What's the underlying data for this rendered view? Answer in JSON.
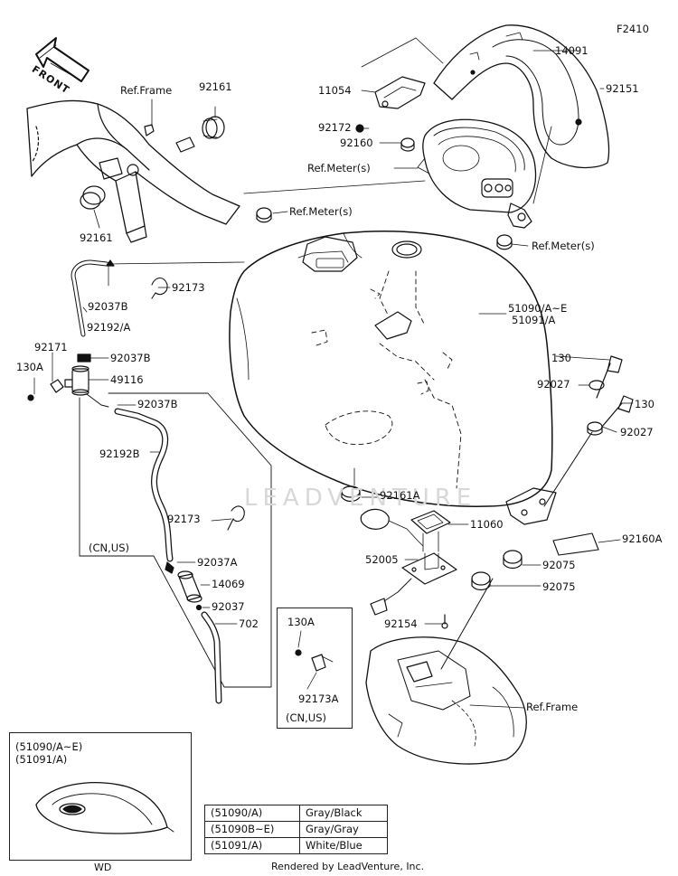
{
  "figure_code": "F2410",
  "front_label": "FRONT",
  "watermark": "LEADVENTURE",
  "labels": {
    "p14091": "14091",
    "p11054": "11054",
    "p92151": "92151",
    "p92172": "92172",
    "p92160": "92160",
    "ref_meter_1": "Ref.Meter(s)",
    "ref_meter_2": "Ref.Meter(s)",
    "ref_meter_3": "Ref.Meter(s)",
    "ref_frame_1": "Ref.Frame",
    "ref_frame_2": "Ref.Frame",
    "p92161_top": "92161",
    "p92161_left": "92161",
    "p92037B_1": "92037B",
    "p92173_1": "92173",
    "p92192A": "92192/A",
    "p51090": "51090/A~E",
    "p51091": "51091/A",
    "p92171": "92171",
    "p130A_1": "130A",
    "p92037B_2": "92037B",
    "p49116": "49116",
    "p130_1": "130",
    "p92027_1": "92027",
    "p92037B_3": "92037B",
    "p130_2": "130",
    "p92027_2": "92027",
    "p92192B": "92192B",
    "p92161A": "92161A",
    "p92173_2": "92173",
    "p11060": "11060",
    "p92160A": "92160A",
    "cn_us_1": "(CN,US)",
    "p92037A": "92037A",
    "p52005": "52005",
    "p92075_1": "92075",
    "p14069": "14069",
    "p92075_2": "92075",
    "p92037": "92037",
    "p702": "702",
    "p92154": "92154",
    "p130A_2": "130A",
    "p92173A": "92173A",
    "cn_us_2": "(CN,US)"
  },
  "legend": {
    "line1": "(51090/A~E)",
    "line2": "(51091/A)",
    "caption": "WD"
  },
  "color_table": [
    {
      "code": "(51090/A)",
      "color": "Gray/Black"
    },
    {
      "code": "(51090B~E)",
      "color": "Gray/Gray"
    },
    {
      "code": "(51091/A)",
      "color": "White/Blue"
    }
  ],
  "footer": "Rendered by LeadVenture, Inc."
}
